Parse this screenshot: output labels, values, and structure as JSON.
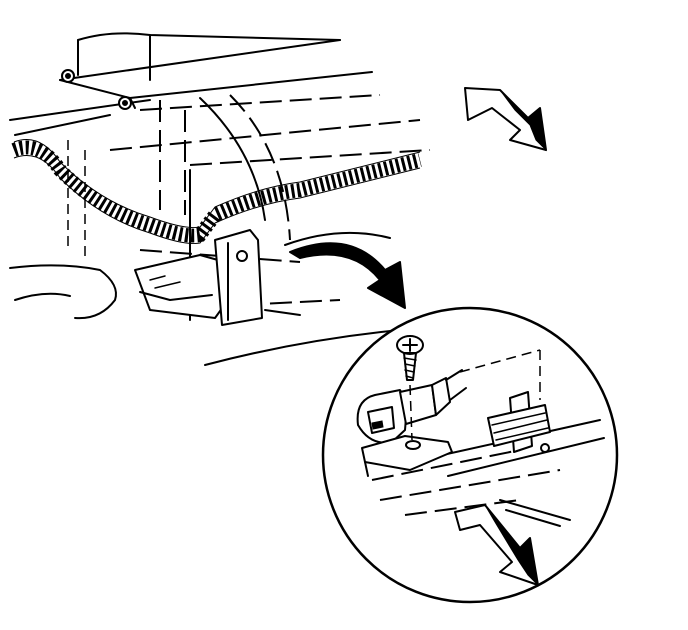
{
  "figure": {
    "width": 688,
    "height": 630,
    "line_color": "#000000",
    "background": "#ffffff",
    "components": [
      "upper-engine-cover",
      "wire-harness-conduit",
      "sensor-mounting-bracket",
      "detail-callout-arrow",
      "detail-view-circle",
      "retaining-screw",
      "sensor-with-connector",
      "direction-arrow-top",
      "direction-arrow-detail"
    ]
  }
}
